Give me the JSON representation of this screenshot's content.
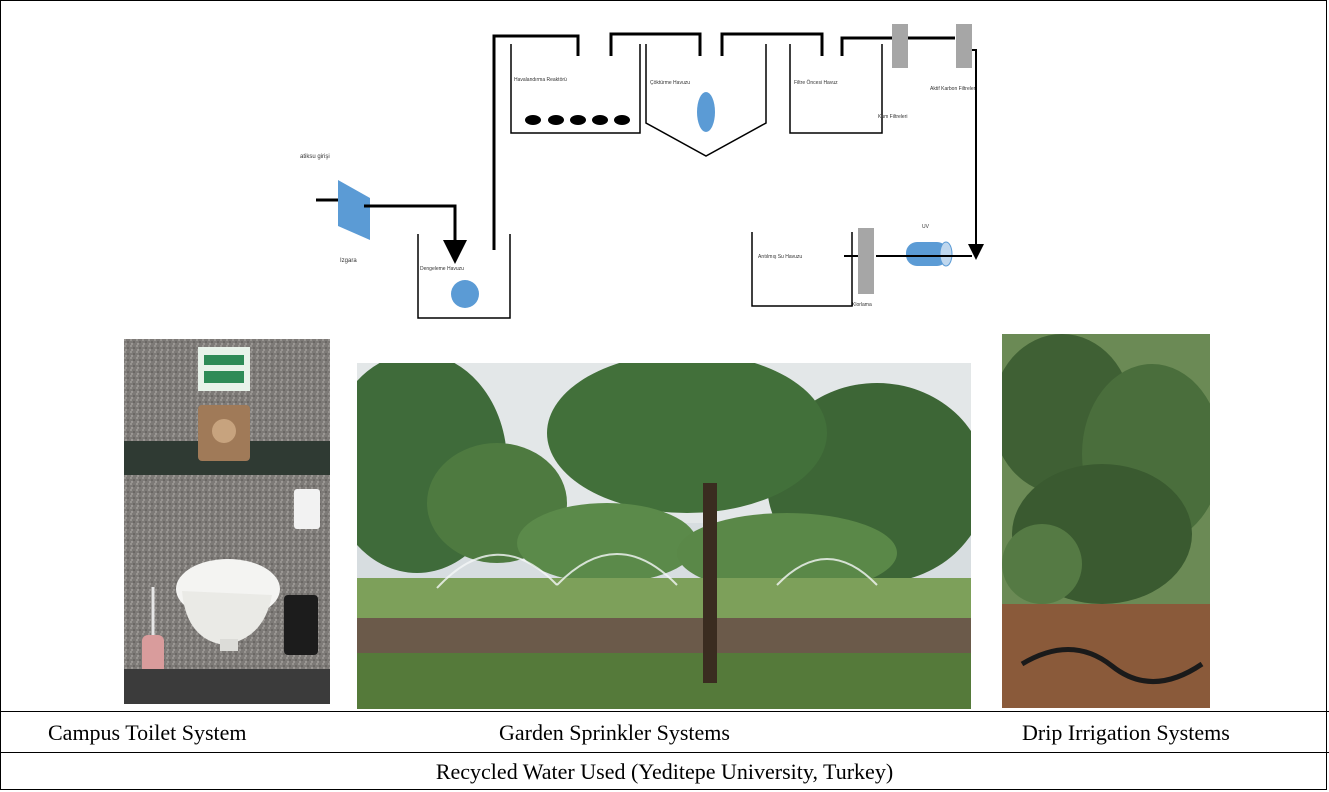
{
  "diagram": {
    "labels": {
      "inlet": "atiksu girişi",
      "screen": "Izgara",
      "balancing_tank": "Dengeleme Havuzu",
      "aeration_reactor": "Havalandırma Reaktörü",
      "settling_tank": "Çöktürme Havuzu",
      "filter_feed_tank": "Filtre Öncesi Havuz",
      "sand_filter": "Kum Filtreleri",
      "carbon_filter": "Aktif Karbon Filtreleri",
      "uv": "UV",
      "chlorination": "Klorlama",
      "treated_water_tank": "Arıtılmış Su Havuzu"
    }
  },
  "captions": {
    "toilet": "Campus Toilet System",
    "sprinkler": "Garden Sprinkler Systems",
    "drip": "Drip Irrigation Systems",
    "footer": "Recycled Water Used (Yeditepe University, Turkey)"
  },
  "colors": {
    "accent_blue": "#5b9bd5",
    "filter_gray": "#a6a6a6",
    "line": "#000000"
  }
}
